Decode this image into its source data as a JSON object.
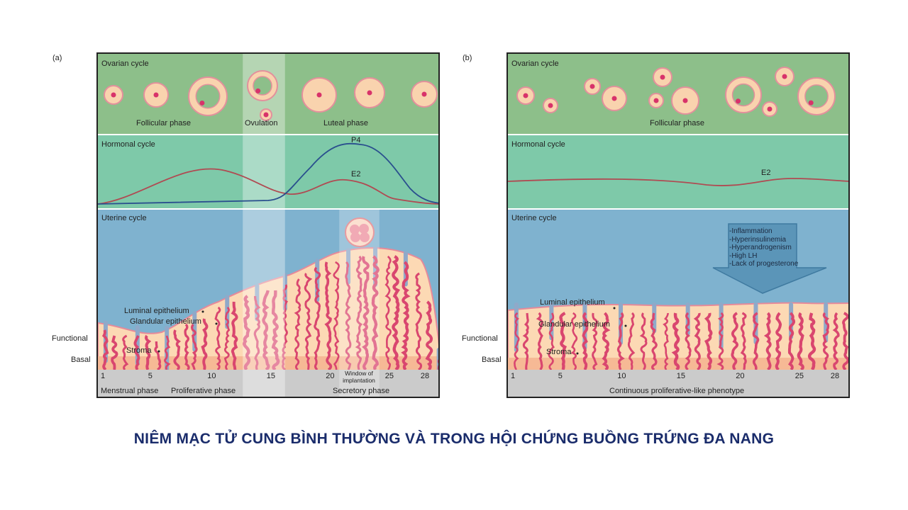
{
  "panel_a": {
    "tag": "(a)",
    "ovarian_title": "Ovarian cycle",
    "follicular_phase": "Follicular phase",
    "ovulation": "Ovulation",
    "luteal_phase": "Luteal phase",
    "hormonal_title": "Hormonal cycle",
    "p4": "P4",
    "e2": "E2",
    "uterine_title": "Uterine cycle",
    "luminal": "Luminal epithelium",
    "glandular": "Glandular epithelium",
    "stroma": "Stroma",
    "functional": "Functional",
    "basal": "Basal",
    "window": "Window of implantation",
    "days": [
      "1",
      "5",
      "10",
      "15",
      "20",
      "25",
      "28"
    ],
    "menstrual": "Menstrual phase",
    "proliferative": "Proliferative phase",
    "secretory": "Secretory phase"
  },
  "panel_b": {
    "tag": "(b)",
    "ovarian_title": "Ovarian cycle",
    "follicular_phase": "Follicular phase",
    "hormonal_title": "Hormonal cycle",
    "e2": "E2",
    "uterine_title": "Uterine cycle",
    "factors": [
      "-Inflammation",
      "-Hyperinsulinemia",
      "-Hyperandrogenism",
      "-High LH",
      "-Lack of progesterone"
    ],
    "luminal": "Luminal epithelium",
    "glandular": "Glandular epithelium",
    "stroma": "Stroma",
    "functional": "Functional",
    "basal": "Basal",
    "days": [
      "1",
      "5",
      "10",
      "15",
      "20",
      "25",
      "28"
    ],
    "phenotype": "Continuous proliferative-like phenotype"
  },
  "caption": "NIÊM MẠC TỬ CUNG BÌNH THƯỜNG VÀ TRONG HỘI CHỨNG BUỒNG TRỨNG ĐA NANG",
  "colors": {
    "ovarian": "#8dbf8a",
    "hormonal": "#7ec9a9",
    "uterine": "#7fb2cf",
    "tissue": "#fcd9b4",
    "basal": "#f6b995",
    "vessel": "#d9466f",
    "axis": "#cbcbcb",
    "p4": "#2a4f8e",
    "e2": "#b04a52",
    "caption": "#1a2c6b"
  }
}
